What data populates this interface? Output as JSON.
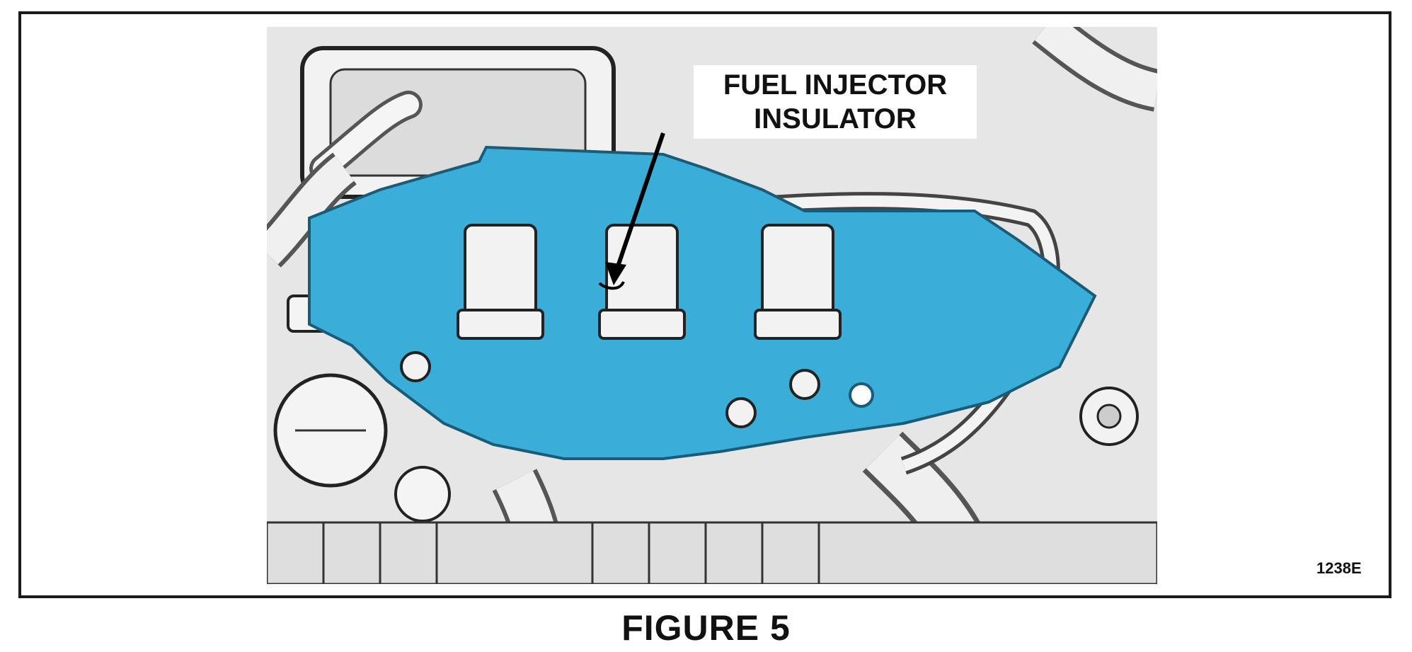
{
  "callout": {
    "line1": "FUEL INJECTOR",
    "line2": "INSULATOR"
  },
  "figure_id": "1238E",
  "caption": "FIGURE 5",
  "colors": {
    "highlight": "#3aaed8",
    "engine_parts": "#e8e8e8",
    "outline": "#1a1a1a"
  }
}
